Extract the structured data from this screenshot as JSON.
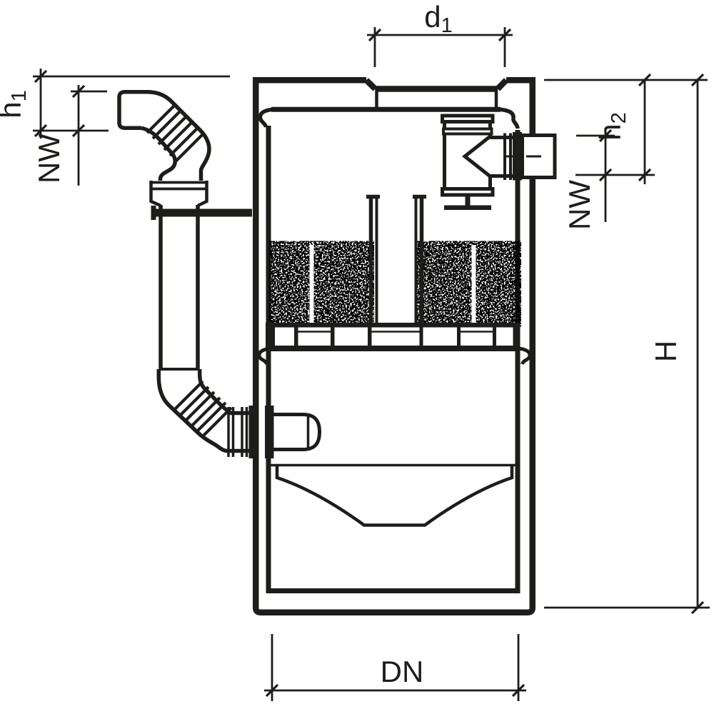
{
  "drawing": {
    "background": "#ffffff",
    "line_color": "#1d1d1b",
    "labels": {
      "d1": {
        "base": "d",
        "sub": "1"
      },
      "h1": {
        "base": "h",
        "sub": "1"
      },
      "nw_left": {
        "base": "NW",
        "sub": ""
      },
      "h2": {
        "base": "h",
        "sub": "2"
      },
      "nw_right": {
        "base": "NW",
        "sub": ""
      },
      "H": {
        "base": "H",
        "sub": ""
      },
      "DN": {
        "base": "DN",
        "sub": ""
      }
    }
  }
}
